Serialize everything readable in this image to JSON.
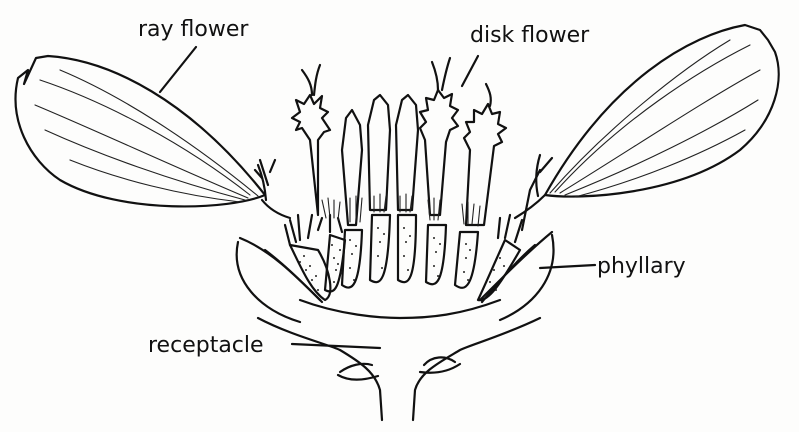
{
  "labels": {
    "ray_flower": "ray flower",
    "disk_flower": "disk flower",
    "phyllary": "phyllary",
    "receptacle": "receptacle"
  },
  "colors": {
    "ink": "#111111",
    "background": "#fdfdfc"
  }
}
